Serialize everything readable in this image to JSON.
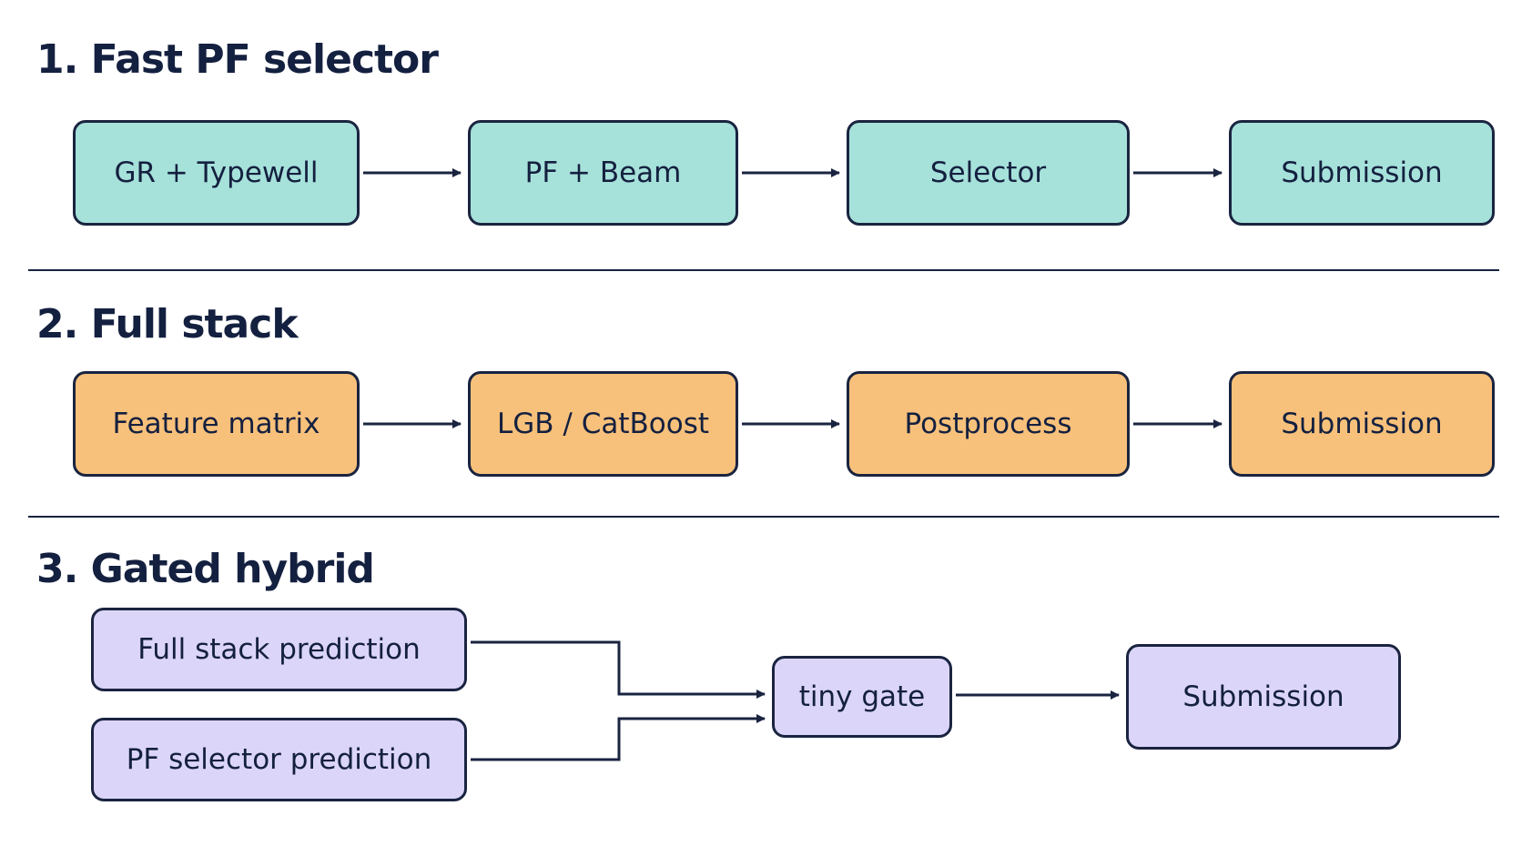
{
  "sections": [
    {
      "title": "1. Fast PF selector",
      "nodes": [
        "GR + Typewell",
        "PF + Beam",
        "Selector",
        "Submission"
      ],
      "fill": "#a6e1da"
    },
    {
      "title": "2. Full stack",
      "nodes": [
        "Feature matrix",
        "LGB / CatBoost",
        "Postprocess",
        "Submission"
      ],
      "fill": "#f8c17b"
    },
    {
      "title": "3. Gated hybrid",
      "inputs": [
        "Full stack prediction",
        "PF selector prediction"
      ],
      "gate": "tiny gate",
      "output": "Submission",
      "fill": "#dcd5fa"
    }
  ],
  "colors": {
    "stroke": "#1a2440",
    "text": "#14203f",
    "background": "#ffffff"
  }
}
